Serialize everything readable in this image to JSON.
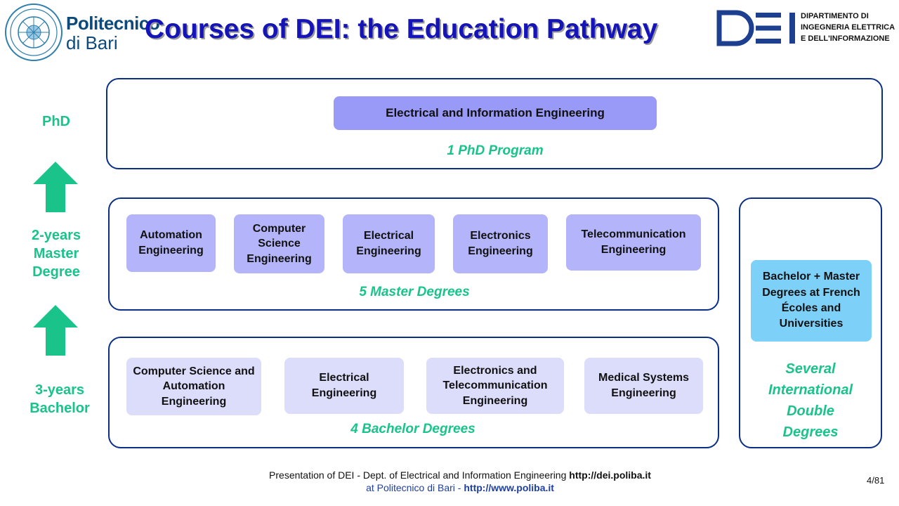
{
  "header": {
    "seal_name": "poliba-seal",
    "poliba_line1": "Politecnico",
    "poliba_line2": "di Bari",
    "title": "Courses of DEI: the Education Pathway",
    "dept_line1": "DIPARTIMENTO DI",
    "dept_line2": "INGEGNERIA ELETTRICA",
    "dept_line3": "E DELL'INFORMAZIONE"
  },
  "levels": {
    "phd": [
      "PhD"
    ],
    "master": [
      "2-years",
      "Master",
      "Degree"
    ],
    "bachelor": [
      "3-years",
      "Bachelor"
    ]
  },
  "phd_panel": {
    "course": "Electrical and Information Engineering",
    "label": "1 PhD Program"
  },
  "master_panel": {
    "courses": [
      "Automation Engineering",
      "Computer Science Engineering",
      "Electrical Engineering",
      "Electronics Engineering",
      "Telecommunication Engineering"
    ],
    "label": "5 Master Degrees"
  },
  "bachelor_panel": {
    "courses": [
      "Computer Science and Automation Engineering",
      "Electrical Engineering",
      "Electronics and Telecommunication Engineering",
      "Medical Systems Engineering"
    ],
    "label": "4 Bachelor Degrees"
  },
  "international_panel": {
    "course": "Bachelor + Master Degrees at French Écoles and Universities",
    "label": [
      "Several",
      "International",
      "Double",
      "Degrees"
    ]
  },
  "footer": {
    "line1_text": "Presentation of  DEI - Dept. of Electrical and Information Engineering ",
    "line1_link": "http://dei.poliba.it",
    "line2_text": "at Politecnico di Bari - ",
    "line2_link": "http://www.poliba.it",
    "page": "4/81"
  },
  "colors": {
    "title": "#1414b8",
    "accent_green": "#19c38a",
    "panel_border": "#0b2f86",
    "phd_box": "#9999f7",
    "master_box": "#b4b4fa",
    "bachelor_box": "#dcdcfb",
    "intl_box": "#7dd0f8"
  }
}
